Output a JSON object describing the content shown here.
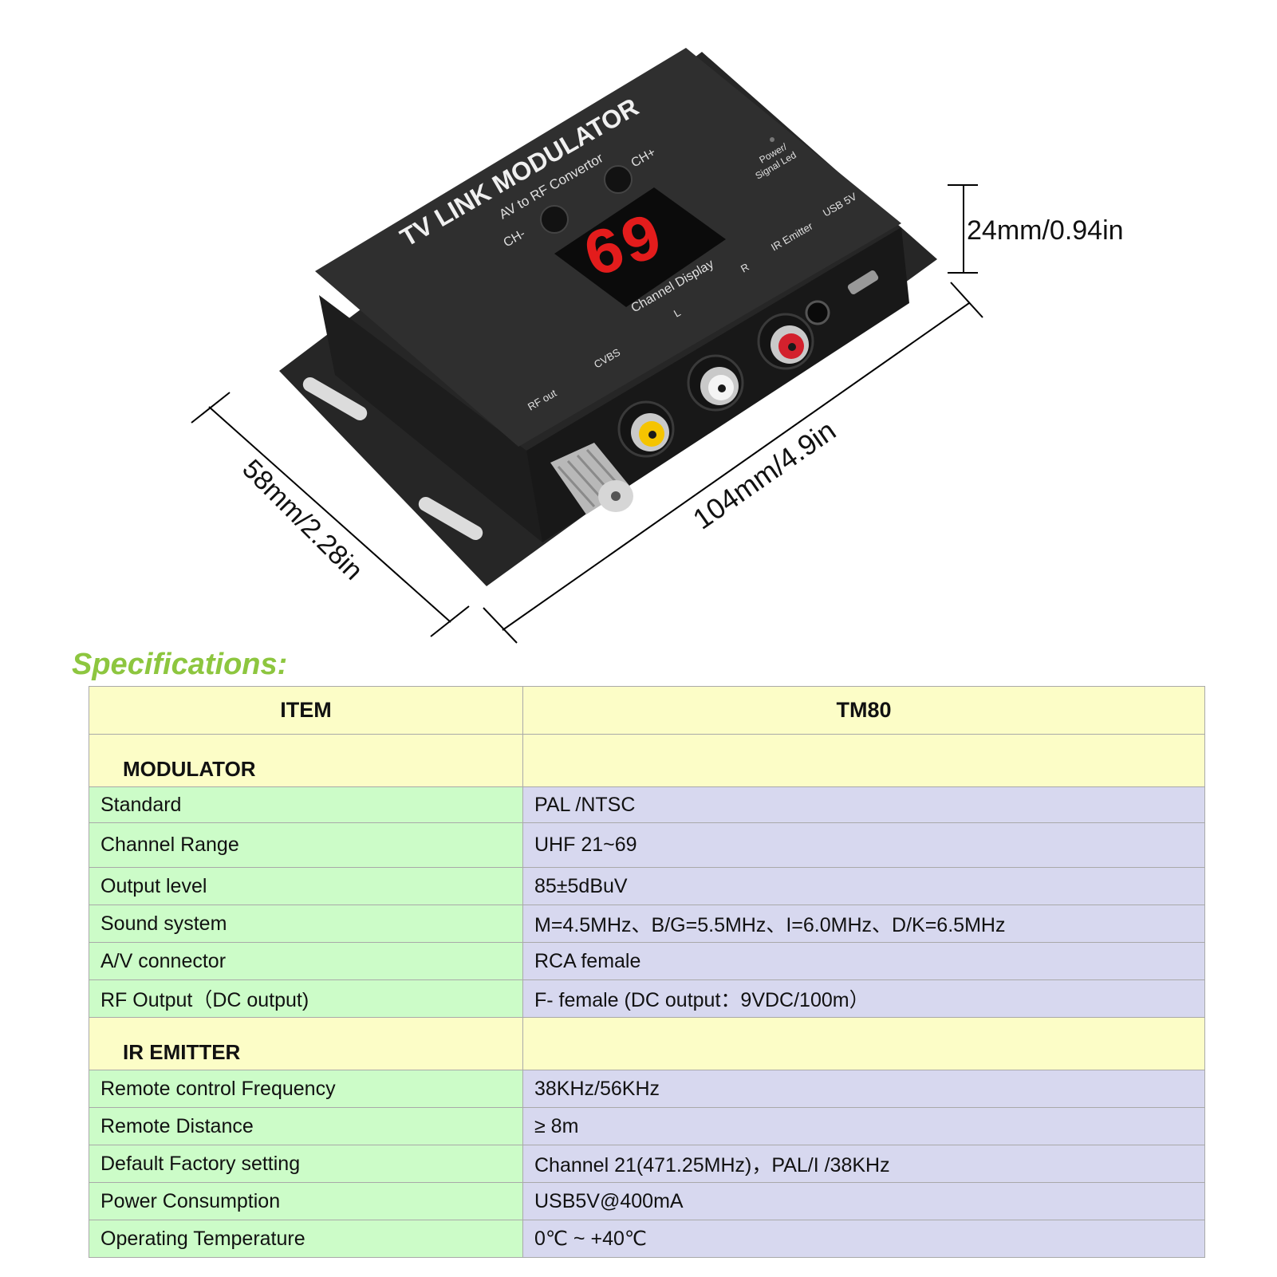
{
  "device": {
    "brand_title": "TV LINK MODULATOR",
    "subtitle": "AV to RF Convertor",
    "ch_minus": "CH-",
    "ch_plus": "CH+",
    "channel_display_label": "Channel Display",
    "display_digits": "69",
    "power_led_label_1": "Power/",
    "power_led_label_2": "Signal Led",
    "ir_emitter_label": "IR Emitter",
    "usb_label": "USB 5V",
    "port_r": "R",
    "port_l": "L",
    "port_cvbs": "CVBS",
    "port_rf": "RF out",
    "colors": {
      "body": "#2a2a2a",
      "display_red": "#e31c1c",
      "rca_yellow": "#f5c400",
      "rca_white": "#f4f4f4",
      "rca_red": "#d3212d"
    }
  },
  "dimensions": {
    "height": "24mm/0.94in",
    "length": "104mm/4.9in",
    "width": "58mm/2.28in"
  },
  "specs": {
    "title": "Specifications:",
    "header": {
      "item": "ITEM",
      "model": "TM80"
    },
    "sections": [
      {
        "name": "MODULATOR",
        "rows": [
          {
            "label": "Standard",
            "value": "PAL /NTSC"
          },
          {
            "label": "Channel Range",
            "value": "UHF 21~69"
          },
          {
            "label": "Output level",
            "value": "85±5dBuV"
          },
          {
            "label": "Sound system",
            "value": "M=4.5MHz、B/G=5.5MHz、I=6.0MHz、D/K=6.5MHz"
          },
          {
            "label": "A/V connector",
            "value": "RCA female"
          },
          {
            "label": "RF Output（DC output)",
            "value": "F- female (DC output：9VDC/100m）"
          }
        ]
      },
      {
        "name": "IR EMITTER",
        "rows": [
          {
            "label": "Remote control Frequency",
            "value": "38KHz/56KHz"
          },
          {
            "label": "Remote Distance",
            "value": "≥ 8m"
          },
          {
            "label": "Default Factory setting",
            "value": "Channel 21(471.25MHz)，PAL/I /38KHz"
          },
          {
            "label": "Power Consumption",
            "value": "USB5V@400mA"
          },
          {
            "label": "Operating Temperature",
            "value": "0℃ ~ +40℃"
          }
        ]
      }
    ]
  }
}
